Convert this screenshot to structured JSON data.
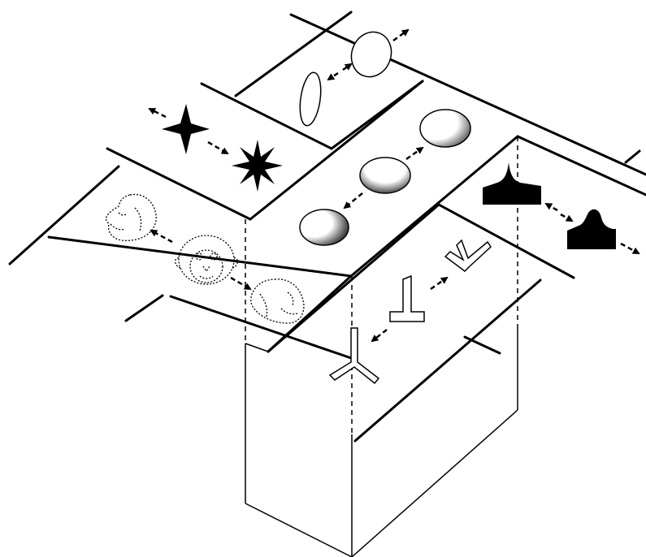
{
  "figure": {
    "title": "",
    "background": "#ffffff",
    "ink": "#000000"
  },
  "panels": [
    {
      "name": "face-panel",
      "shapes": [
        "monkey-face-profile-left",
        "monkey-face-frontal",
        "monkey-face-profile-right"
      ]
    },
    {
      "name": "star-panel",
      "shapes": [
        "four-point-star",
        "eight-point-star"
      ]
    },
    {
      "name": "ellipse-panel",
      "shapes": [
        "tall-ellipse",
        "round-ellipse"
      ]
    },
    {
      "name": "shaded-sphere-panel",
      "shapes": [
        "sphere-lit-left",
        "sphere-lit-center",
        "sphere-lit-right"
      ]
    },
    {
      "name": "junction-panel",
      "shapes": [
        "y-junction",
        "t-junction",
        "arrow-junction"
      ]
    },
    {
      "name": "silhouette-panel",
      "shapes": [
        "spiked-silhouette",
        "rounded-silhouette"
      ]
    }
  ],
  "icons": [
    "monkey-face-icon",
    "star-icon",
    "ellipse-icon",
    "sphere-icon",
    "junction-icon",
    "silhouette-icon",
    "double-arrow-icon"
  ]
}
